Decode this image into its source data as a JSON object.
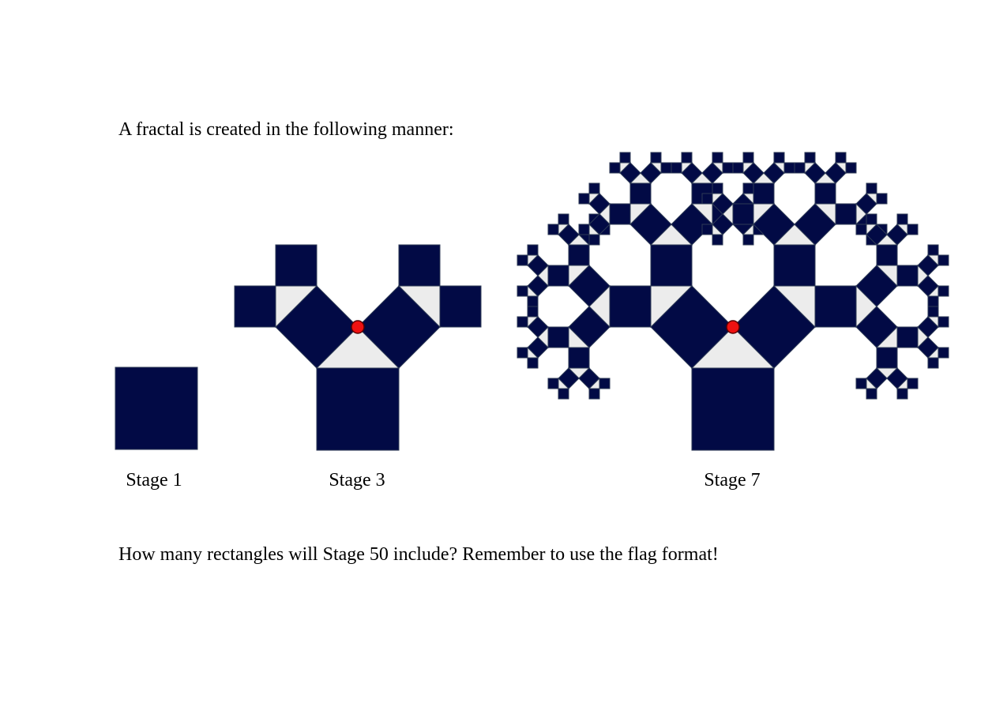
{
  "intro_text": "A fractal is created in the following manner:",
  "question_text": "How many rectangles will Stage 50 include? Remember to use the flag format!",
  "stages": [
    {
      "label": "Stage 1",
      "depth": 1
    },
    {
      "label": "Stage 3",
      "depth": 3
    },
    {
      "label": "Stage 7",
      "depth": 7
    }
  ],
  "colors": {
    "square_fill": "#020a45",
    "square_stroke": "#2d3a55",
    "triangle_fill": "#ececec",
    "pivot_marker": "#ee1111"
  }
}
